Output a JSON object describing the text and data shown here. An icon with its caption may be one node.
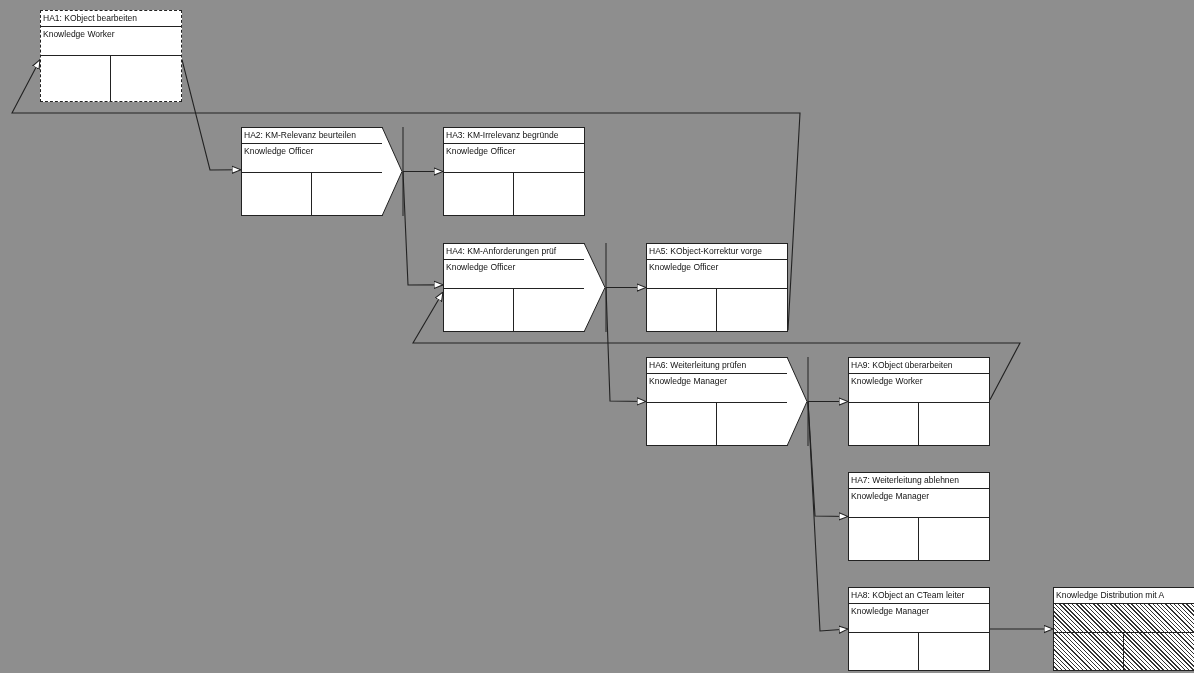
{
  "diagram": {
    "nodes": [
      {
        "text": [
          "HA1: KObject bearbeiten",
          "Knowledge Worker"
        ]
      },
      {
        "text": [
          "HA2: KM-Relevanz beurteilen",
          "Knowledge Officer"
        ]
      },
      {
        "text": [
          "HA3: KM-Irrelevanz begründe",
          "Knowledge Officer"
        ]
      },
      {
        "text": [
          "HA4: KM-Anforderungen prüf",
          "Knowledge Officer"
        ]
      },
      {
        "text": [
          "HA5: KObject-Korrektur vorge",
          "Knowledge Officer"
        ]
      },
      {
        "text": [
          "HA6: Weiterleitung prüfen",
          "Knowledge Manager"
        ]
      },
      {
        "text": [
          "HA9: KObject überarbeiten",
          "Knowledge Worker"
        ]
      },
      {
        "text": [
          "HA7: Weiterleitung ablehnen",
          "Knowledge Manager"
        ]
      },
      {
        "text": [
          "HA8: KObject an CTeam leiter",
          "Knowledge Manager"
        ]
      },
      {
        "text": [
          "Knowledge Distribution mit A"
        ]
      }
    ],
    "edges": [
      {
        "from": 0,
        "to": 1,
        "arrow": "to"
      },
      {
        "from": 4,
        "to": 0,
        "arrow": "to"
      },
      {
        "from": 1,
        "to": 2,
        "arrow": "to"
      },
      {
        "from": 1,
        "to": 3,
        "arrow": "to"
      },
      {
        "from": 3,
        "to": 4,
        "arrow": "to"
      },
      {
        "from": 6,
        "to": 3,
        "arrow": "to"
      },
      {
        "from": 3,
        "to": 5,
        "arrow": "to"
      },
      {
        "from": 5,
        "to": 6,
        "arrow": "to"
      },
      {
        "from": 5,
        "to": 7,
        "arrow": "to"
      },
      {
        "from": 5,
        "to": 8,
        "arrow": "to"
      },
      {
        "from": 8,
        "to": 9,
        "arrow": "to"
      }
    ]
  }
}
